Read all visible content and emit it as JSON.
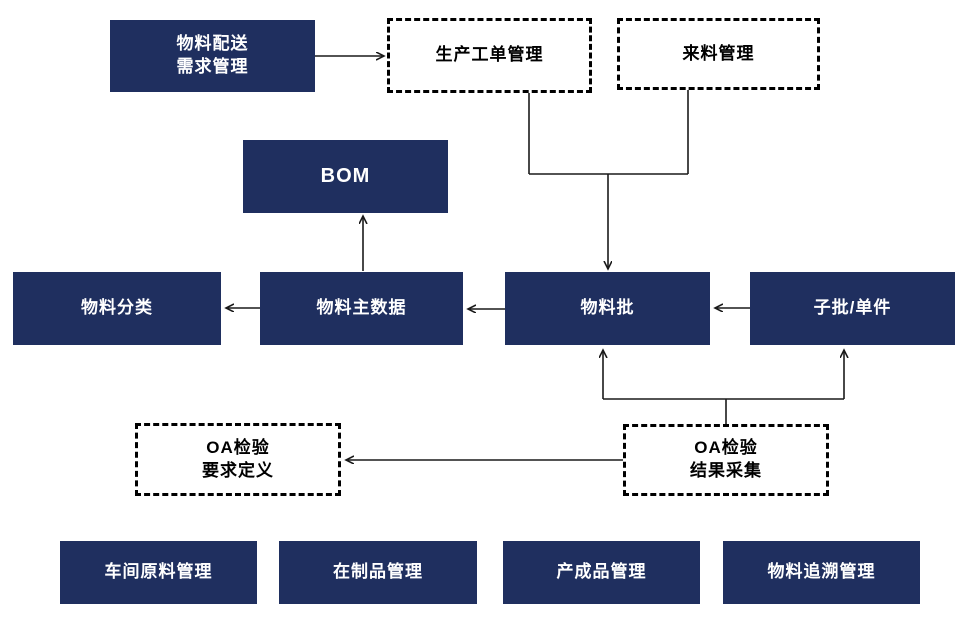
{
  "diagram": {
    "colors": {
      "solid_box_fill": "#1f2f5f",
      "solid_box_text": "#ffffff",
      "dashed_box_border": "#000000",
      "dashed_box_text": "#000000",
      "connector_line": "#1a1a1a",
      "background": "#ffffff"
    },
    "nodes": {
      "material_delivery_demand": {
        "label": "物料配送\n需求管理",
        "type": "solid"
      },
      "production_order": {
        "label": "生产工单管理",
        "type": "dashed"
      },
      "incoming_material": {
        "label": "来料管理",
        "type": "dashed"
      },
      "bom": {
        "label": "BOM",
        "type": "solid"
      },
      "material_category": {
        "label": "物料分类",
        "type": "solid"
      },
      "material_master": {
        "label": "物料主数据",
        "type": "solid"
      },
      "material_batch": {
        "label": "物料批",
        "type": "solid"
      },
      "sub_batch": {
        "label": "子批/单件",
        "type": "solid"
      },
      "qa_requirement_definition": {
        "label": "OA检验\n要求定义",
        "type": "dashed"
      },
      "qa_result_collection": {
        "label": "OA检验\n结果采集",
        "type": "dashed"
      },
      "workshop_raw_material": {
        "label": "车间原料管理",
        "type": "solid"
      },
      "work_in_process": {
        "label": "在制品管理",
        "type": "solid"
      },
      "finished_goods": {
        "label": "产成品管理",
        "type": "solid"
      },
      "material_traceability": {
        "label": "物料追溯管理",
        "type": "solid"
      }
    },
    "edges": [
      {
        "from": "material_delivery_demand",
        "to": "production_order",
        "style": "arrow"
      },
      {
        "from": "production_order",
        "to": "material_batch",
        "style": "arrow"
      },
      {
        "from": "incoming_material",
        "to": "material_batch",
        "style": "arrow"
      },
      {
        "from": "material_master",
        "to": "bom",
        "style": "arrow"
      },
      {
        "from": "material_master",
        "to": "material_category",
        "style": "arrow"
      },
      {
        "from": "material_batch",
        "to": "material_master",
        "style": "arrow"
      },
      {
        "from": "sub_batch",
        "to": "material_batch",
        "style": "arrow"
      },
      {
        "from": "qa_result_collection",
        "to": "material_batch",
        "style": "arrow"
      },
      {
        "from": "qa_result_collection",
        "to": "sub_batch",
        "style": "arrow"
      },
      {
        "from": "qa_result_collection",
        "to": "qa_requirement_definition",
        "style": "arrow"
      }
    ]
  }
}
